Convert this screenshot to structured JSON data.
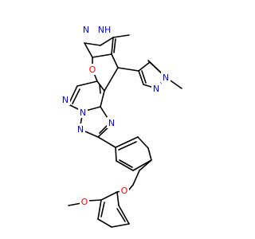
{
  "molecule": {
    "colors": {
      "bond": "#000000",
      "nitrogen": "#0000ff",
      "oxygen": "#ff0000",
      "background": "#ffffff"
    },
    "labels": {
      "nh": "NH",
      "n_pyrazole_top": "N",
      "o_pyran": "O",
      "n_pyrimidine": "N",
      "n_triazole_bridge": "N",
      "n_triazole_lower": "N",
      "n_triazole_upper": "N",
      "n_methylpyrazole_1": "N",
      "n_methylpyrazole_2": "N",
      "o_benzyl_ether": "O",
      "o_methoxy": "O"
    }
  }
}
